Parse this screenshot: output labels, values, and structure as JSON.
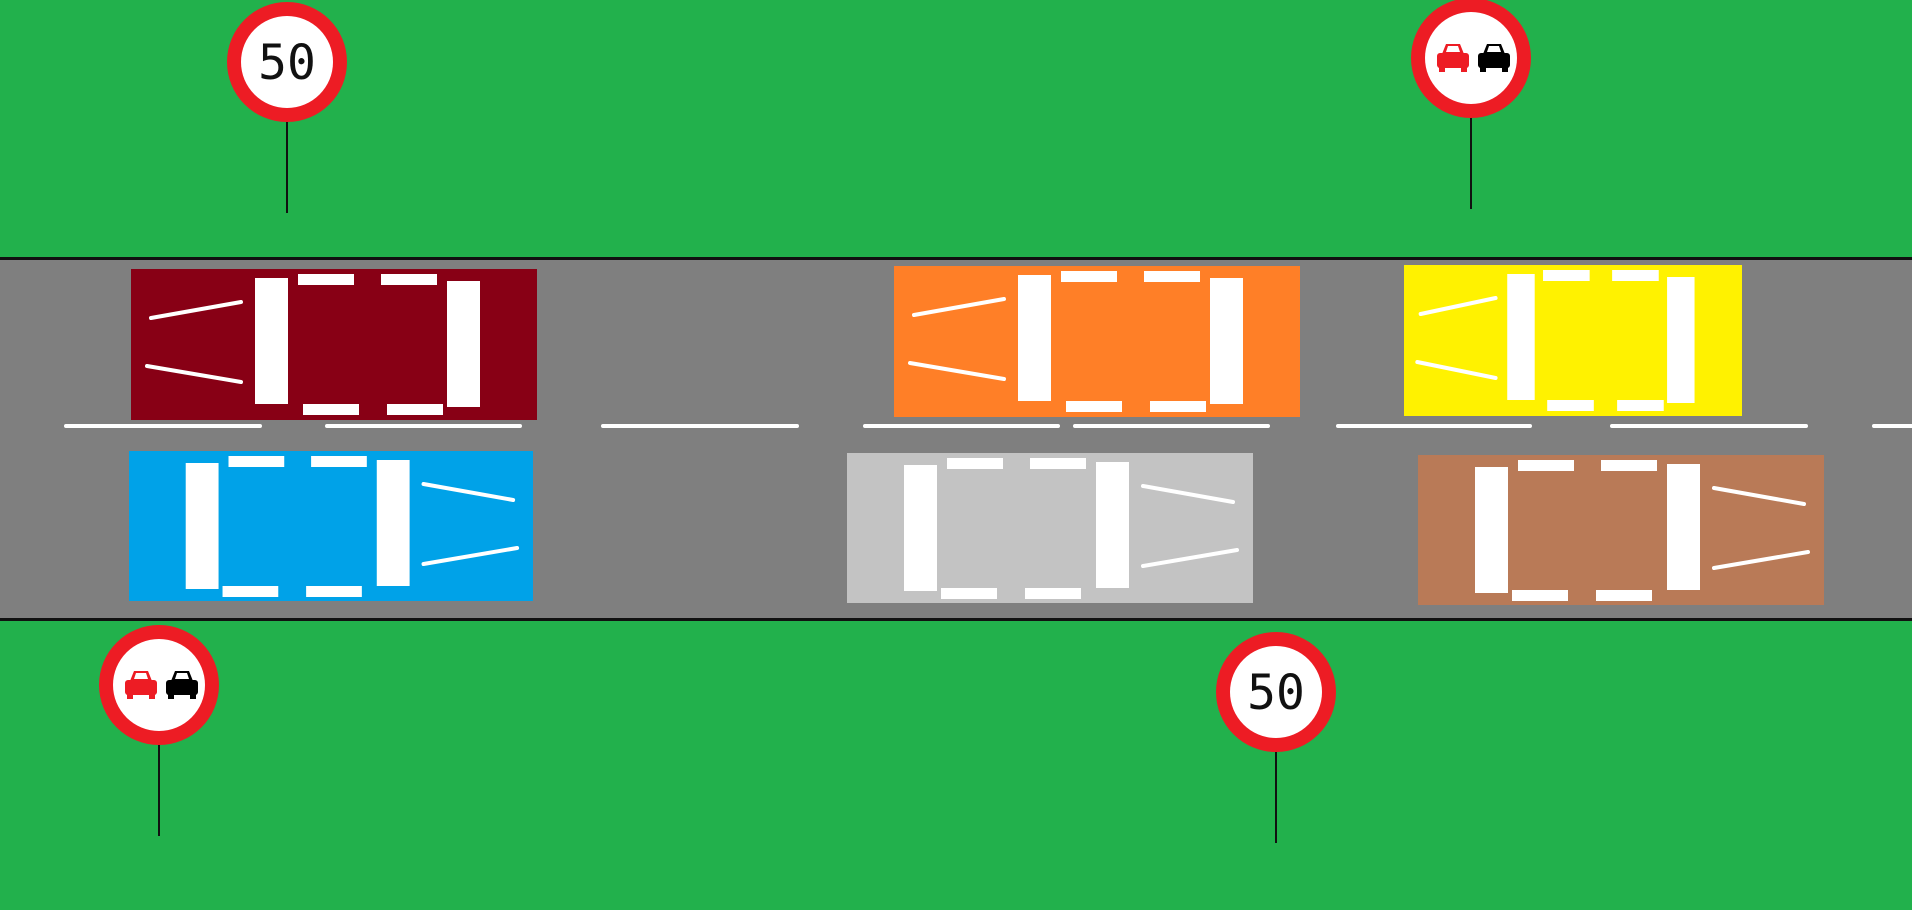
{
  "scene": {
    "colors": {
      "grass": "#22b14c",
      "road": "#7f7f7f",
      "road_edge": "#111111",
      "lane_marking": "#ffffff",
      "sign_ring": "#ed1c24",
      "sign_face": "#ffffff",
      "sign_pole": "#111111"
    },
    "signs": [
      {
        "id": "speed-limit-top",
        "type": "speed-limit",
        "text": "50"
      },
      {
        "id": "no-overtaking-top",
        "type": "no-overtaking",
        "icon": "no-overtaking-icon",
        "car_colors": [
          "#ed1c24",
          "#000000"
        ]
      },
      {
        "id": "no-overtaking-bottom",
        "type": "no-overtaking",
        "icon": "no-overtaking-icon",
        "car_colors": [
          "#ed1c24",
          "#000000"
        ]
      },
      {
        "id": "speed-limit-bottom",
        "type": "speed-limit",
        "text": "50"
      }
    ],
    "cars": [
      {
        "id": "car-dark-red",
        "lane": "upper",
        "direction": "left",
        "color": "#880015"
      },
      {
        "id": "car-orange",
        "lane": "upper",
        "direction": "left",
        "color": "#ff7f27"
      },
      {
        "id": "car-yellow",
        "lane": "upper",
        "direction": "left",
        "color": "#fff200"
      },
      {
        "id": "car-blue",
        "lane": "lower",
        "direction": "right",
        "color": "#00a2e8"
      },
      {
        "id": "car-light-gray",
        "lane": "lower",
        "direction": "right",
        "color": "#c3c3c3"
      },
      {
        "id": "car-brown",
        "lane": "lower",
        "direction": "right",
        "color": "#b97a57"
      }
    ]
  }
}
